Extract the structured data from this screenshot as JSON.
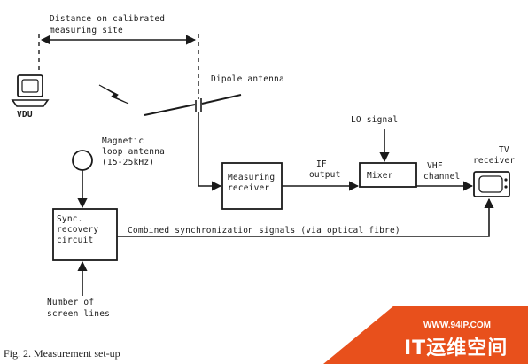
{
  "diagram": {
    "distance_label": [
      "Distance on calibrated",
      "measuring site"
    ],
    "vdu_label": "VDU",
    "dipole_label": "Dipole antenna",
    "loop_label": [
      "Magnetic",
      "loop antenna",
      "(15-25kHz)"
    ],
    "measuring_receiver_label": [
      "Measuring",
      "receiver"
    ],
    "if_label": [
      "IF",
      "output"
    ],
    "lo_label": "LO signal",
    "mixer_label": "Mixer",
    "vhf_label": [
      "VHF",
      "channel"
    ],
    "tv_label": [
      "TV",
      "receiver"
    ],
    "sync_label": [
      "Sync.",
      "recovery",
      "circuit"
    ],
    "combined_label": "Combined synchronization signals (via optical fibre)",
    "lines_label": [
      "Number of",
      "screen lines"
    ]
  },
  "caption": "Fig. 2. Measurement set-up",
  "watermark": {
    "url": "WWW.94IP.COM",
    "brand": "IT运维空间",
    "color": "#e8501c"
  }
}
